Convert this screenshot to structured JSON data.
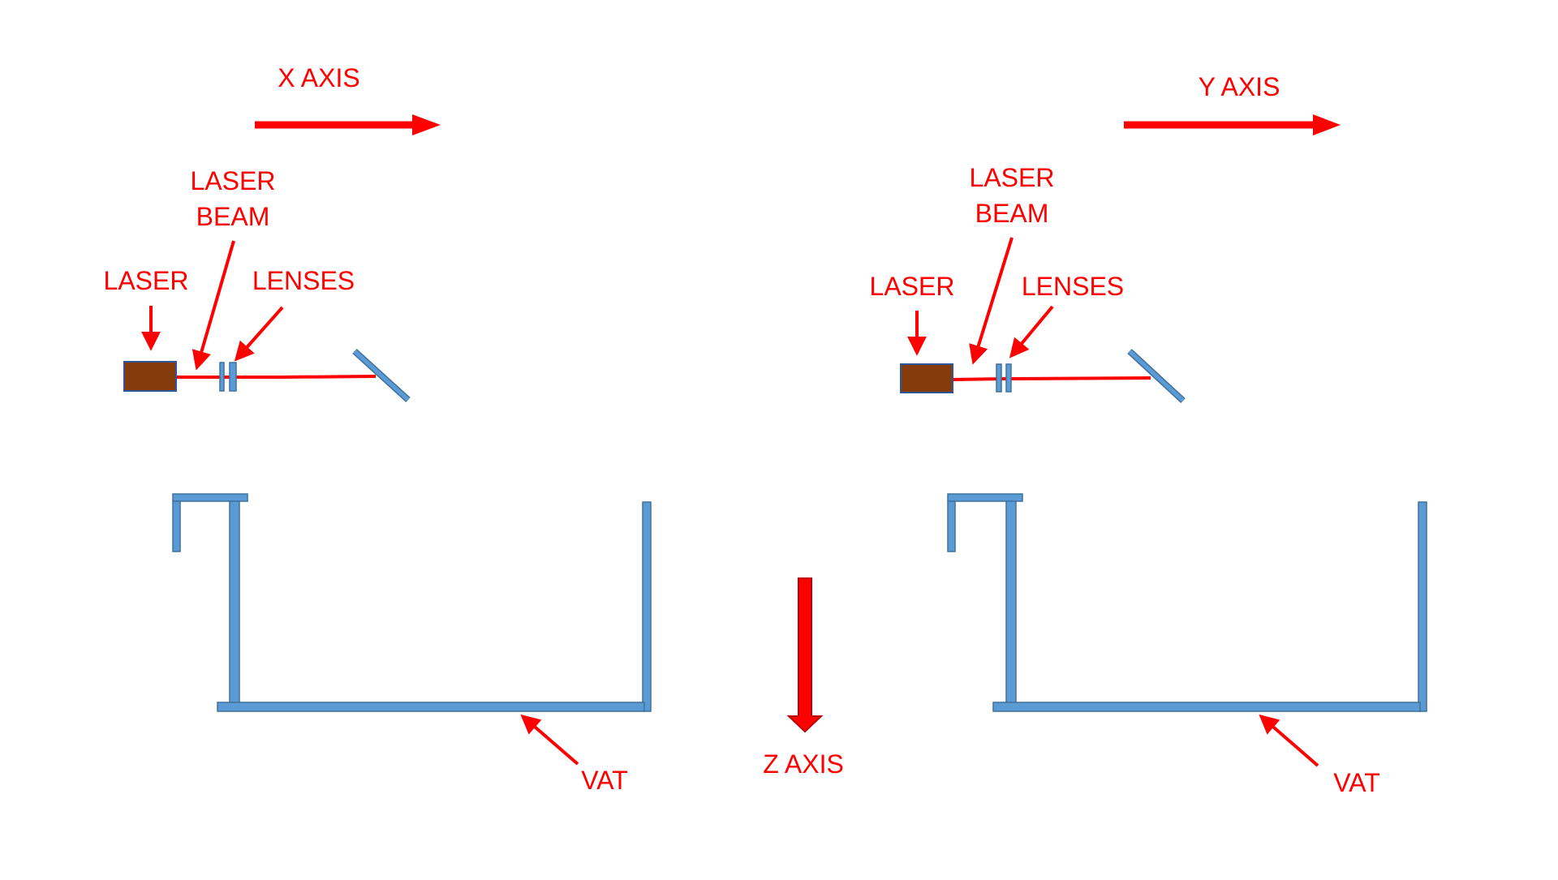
{
  "colors": {
    "accent": "#ff0000",
    "part_fill": "#5b9bd5",
    "part_stroke": "#41719c",
    "laser_fill": "#843c0c",
    "laser_stroke": "#2f5597",
    "background": "#ffffff"
  },
  "labels": {
    "x_axis": "X AXIS",
    "y_axis": "Y AXIS",
    "z_axis": "Z AXIS",
    "left": {
      "laser": "LASER",
      "beam_line1": "LASER",
      "beam_line2": "BEAM",
      "lenses": "LENSES",
      "vat": "VAT"
    },
    "right": {
      "laser": "LASER",
      "beam_line1": "LASER",
      "beam_line2": "BEAM",
      "lenses": "LENSES",
      "vat": "VAT"
    }
  }
}
